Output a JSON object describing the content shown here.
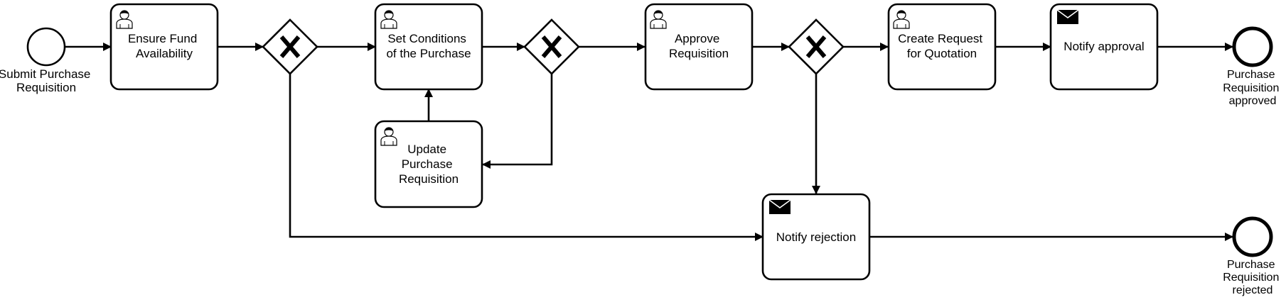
{
  "events": {
    "start": {
      "label_lines": [
        "Submit Purchase",
        "Requisition"
      ]
    },
    "end_approved": {
      "label_lines": [
        "Purchase",
        "Requisition",
        "approved"
      ]
    },
    "end_rejected": {
      "label_lines": [
        "Purchase",
        "Requisition",
        "rejected"
      ]
    }
  },
  "tasks": {
    "ensure_fund": {
      "type": "user",
      "label_lines": [
        "Ensure Fund",
        "Availability"
      ]
    },
    "set_conditions": {
      "type": "user",
      "label_lines": [
        "Set Conditions",
        "of the Purchase"
      ]
    },
    "update_requisition": {
      "type": "user",
      "label_lines": [
        "Update",
        "Purchase",
        "Requisition"
      ]
    },
    "approve_requisition": {
      "type": "user",
      "label_lines": [
        "Approve",
        "Requisition"
      ]
    },
    "create_rfq": {
      "type": "user",
      "label_lines": [
        "Create Request",
        "for Quotation"
      ]
    },
    "notify_approval": {
      "type": "send",
      "label_lines": [
        "Notify approval"
      ]
    },
    "notify_rejection": {
      "type": "send",
      "label_lines": [
        "Notify rejection"
      ]
    }
  },
  "gateways": {
    "gateway_1": {
      "type": "exclusive"
    },
    "gateway_2": {
      "type": "exclusive"
    },
    "gateway_3": {
      "type": "exclusive"
    }
  }
}
